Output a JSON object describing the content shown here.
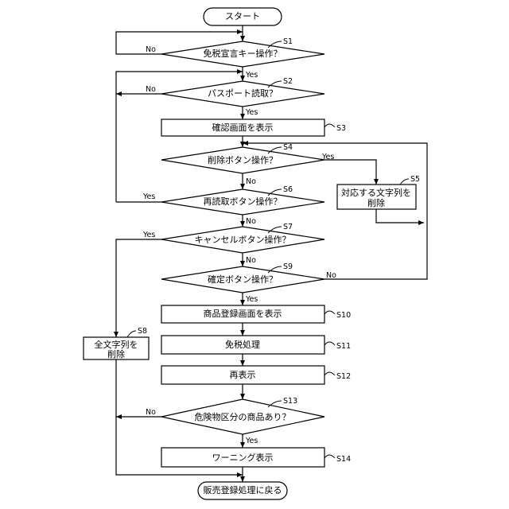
{
  "nodes": {
    "start": "スタート",
    "s1": "免税宣言キー操作？",
    "s2": "パスポート読取？",
    "s3": "確認画面を表示",
    "s4": "削除ボタン操作？",
    "s5": [
      "対応する文字列を",
      "削除"
    ],
    "s6": "再読取ボタン操作？",
    "s7": "キャンセルボタン操作？",
    "s8": [
      "全文字列を",
      "削除"
    ],
    "s9": "確定ボタン操作？",
    "s10": "商品登録画面を表示",
    "s11": "免税処理",
    "s12": "再表示",
    "s13": "危険物区分の商品あり？",
    "s14": "ワーニング表示",
    "end": "販売登録処理に戻る"
  },
  "branches": {
    "yes": "Yes",
    "no": "No"
  },
  "steps": {
    "s1": "S1",
    "s2": "S2",
    "s3": "S3",
    "s4": "S4",
    "s5": "S5",
    "s6": "S6",
    "s7": "S7",
    "s8": "S8",
    "s9": "S9",
    "s10": "S10",
    "s11": "S11",
    "s12": "S12",
    "s13": "S13",
    "s14": "S14"
  }
}
